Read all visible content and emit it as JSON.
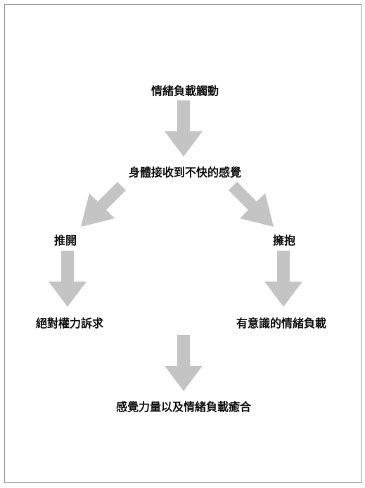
{
  "colors": {
    "arrow": "#c4c4c4",
    "text": "#111111",
    "border": "#9a9a9a"
  },
  "diagram": {
    "nodes": {
      "top": "情緒負載觸動",
      "body": "身體接收到不快的感覺",
      "push": "推開",
      "embrace": "擁抱",
      "power": "絕對權力訴求",
      "aware": "有意識的情緒負載",
      "heal": "感覺力量以及情緒負載癒合"
    }
  }
}
